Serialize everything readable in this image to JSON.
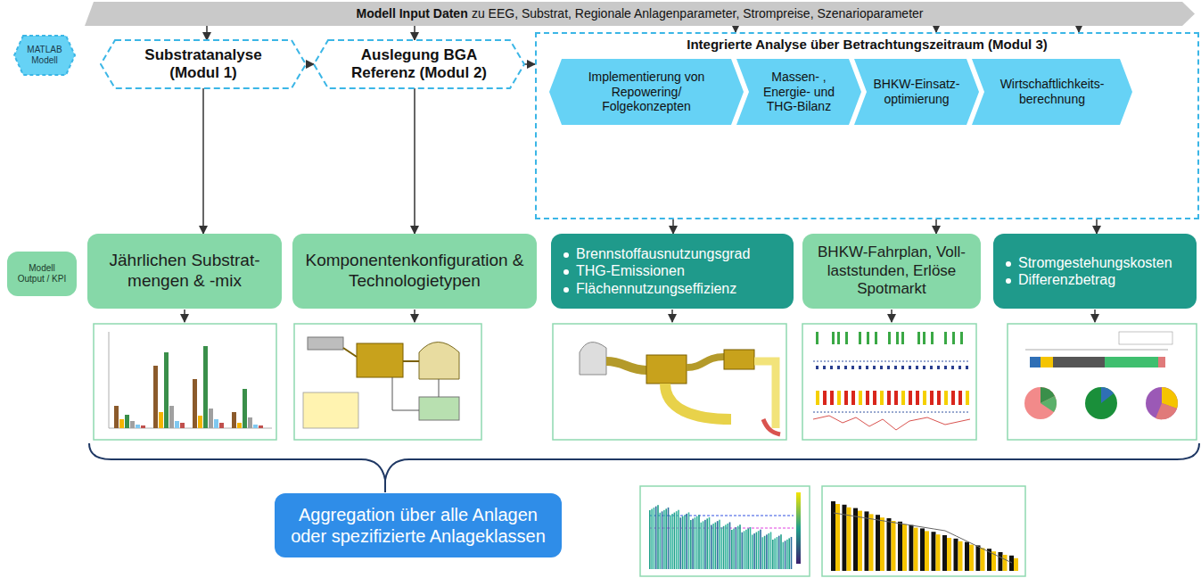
{
  "diagram": {
    "nodes": [
      {
        "text": [
          "Modell Input Daten",
          "zu EEG, Substrat, Regionale Anlagenparameter, Strompreise, Szenarioparameter"
        ]
      },
      {
        "text": [
          "MATLAB Modell"
        ]
      },
      {
        "text": [
          "Substratanalyse (Modul 1)"
        ]
      },
      {
        "text": [
          "Auslegung BGA Referenz (Modul 2)"
        ]
      },
      {
        "text": [
          "Integrierte Analyse über Betrachtungszeitraum (Modul 3)"
        ]
      },
      {
        "text": [
          "Implementierung von Repowering/ Folgekonzepten"
        ],
        "in": 4
      },
      {
        "text": [
          "Massen- , Energie- und THG-Bilanz"
        ],
        "in": 4
      },
      {
        "text": [
          "BHKW-Einsatz- optimierung"
        ],
        "in": 4
      },
      {
        "text": [
          "Wirtschaftlichkeits- berechnung"
        ],
        "in": 4
      },
      {
        "text": [
          "Modell Output / KPI"
        ]
      },
      {
        "text": [
          "Jährlichen Substrat- mengen & -mix"
        ]
      },
      {
        "text": [
          "Komponentenkonfiguration & Technologietypen"
        ]
      },
      {
        "text": [
          "Brennstoffausnutzungsgrad",
          "THG-Emissionen",
          "Flächennutzungseffizienz"
        ]
      },
      {
        "text": [
          "BHKW-Fahrplan, Voll- laststunden, Erlöse Spotmarkt"
        ]
      },
      {
        "text": [
          "Stromgestehungskosten",
          "Differenzbetrag"
        ]
      },
      {
        "text": [
          "Aggregation über alle Anlagen oder spezifizierte Anlageklassen"
        ]
      }
    ],
    "edges": [
      {
        "from": 0,
        "to": 2,
        "arrow": "to"
      },
      {
        "from": 0,
        "to": 3,
        "arrow": "to"
      },
      {
        "from": 0,
        "to": 4,
        "arrow": "to"
      },
      {
        "from": 0,
        "to": 4,
        "arrow": "to"
      },
      {
        "from": 0,
        "to": 4,
        "arrow": "to"
      },
      {
        "from": 2,
        "to": 3,
        "arrow": "to"
      },
      {
        "from": 3,
        "to": 4,
        "arrow": "to"
      },
      {
        "from": 2,
        "to": 10,
        "arrow": "to"
      },
      {
        "from": 3,
        "to": 11,
        "arrow": "to"
      },
      {
        "from": 4,
        "to": 12,
        "arrow": "to"
      },
      {
        "from": 4,
        "to": 13,
        "arrow": "to"
      },
      {
        "from": 4,
        "to": 14,
        "arrow": "to"
      }
    ]
  }
}
